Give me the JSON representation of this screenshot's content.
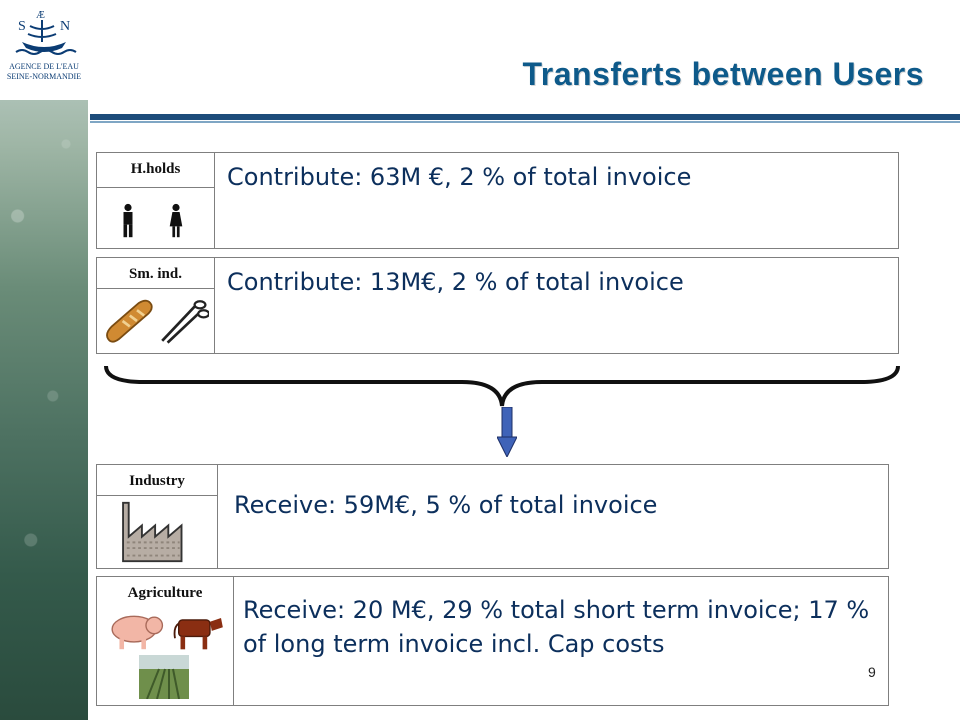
{
  "logo": {
    "mark_top": "Æ",
    "mark_left": "S",
    "mark_right": "N",
    "line1": "AGENCE DE L'EAU",
    "line2": "SEINE-NORMANDIE"
  },
  "title": "Transferts between Users",
  "rows": [
    {
      "label": "H.holds",
      "text": "Contribute: 63M €, 2 % of total invoice",
      "icons": [
        "man-icon",
        "woman-icon"
      ]
    },
    {
      "label": "Sm. ind.",
      "text": "Contribute: 13M€, 2 % of total invoice",
      "icons": [
        "bread-icon",
        "scissors-icon"
      ]
    },
    {
      "label": "Industry",
      "text": "Receive: 59M€, 5 % of total invoice",
      "icons": [
        "factory-icon"
      ]
    },
    {
      "label": "Agriculture",
      "text": "Receive: 20 M€, 29 % total short term invoice; 17 % of long term invoice incl. Cap costs",
      "icons": [
        "pig-icon",
        "cow-icon",
        "field-icon"
      ]
    }
  ],
  "page_number": "9",
  "colors": {
    "title": "#0e5a8a",
    "text": "#0c2f5c",
    "rule": "#1d4c7a",
    "arrow": "#3f63b8"
  }
}
